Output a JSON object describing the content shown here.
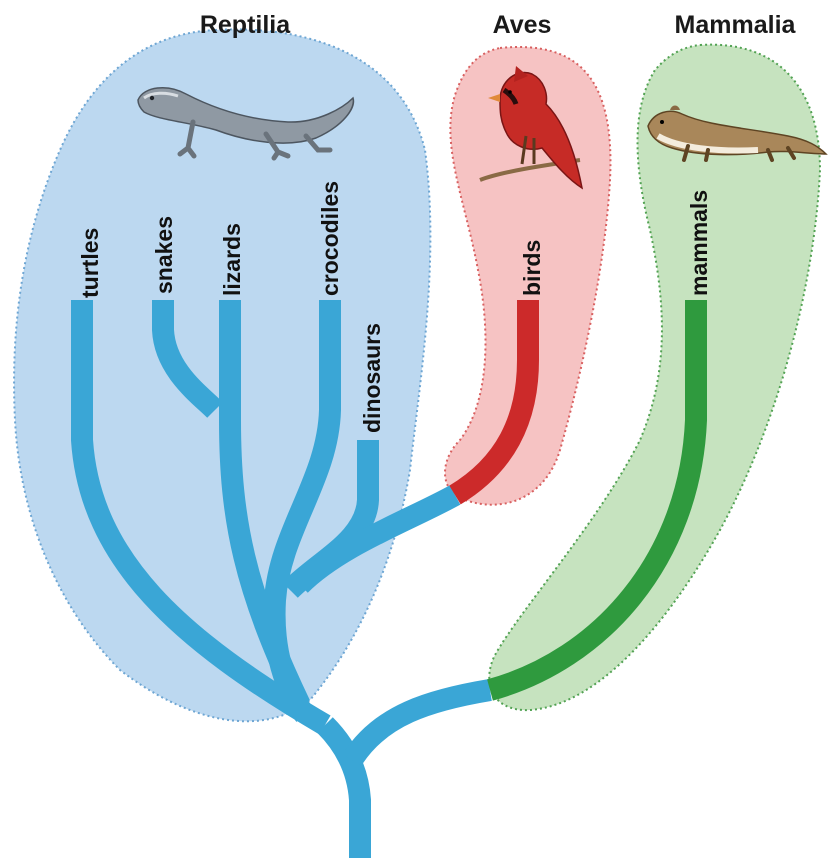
{
  "groups": {
    "reptilia": {
      "title": "Reptilia",
      "color": "#bcd8f0"
    },
    "aves": {
      "title": "Aves",
      "color": "#f6c3c3"
    },
    "mammalia": {
      "title": "Mammalia",
      "color": "#c6e3bf"
    }
  },
  "taxa": {
    "turtles": "turtles",
    "snakes": "snakes",
    "lizards": "lizards",
    "crocodiles": "crocodiles",
    "dinosaurs": "dinosaurs",
    "birds": "birds",
    "mammals": "mammals"
  },
  "branch_colors": {
    "reptile": "#3aa6d6",
    "bird": "#cc2a2a",
    "mammal": "#2f9a3e"
  },
  "icons": {
    "reptilia": "lizard-icon",
    "aves": "cardinal-bird-icon",
    "mammalia": "weasel-icon"
  }
}
